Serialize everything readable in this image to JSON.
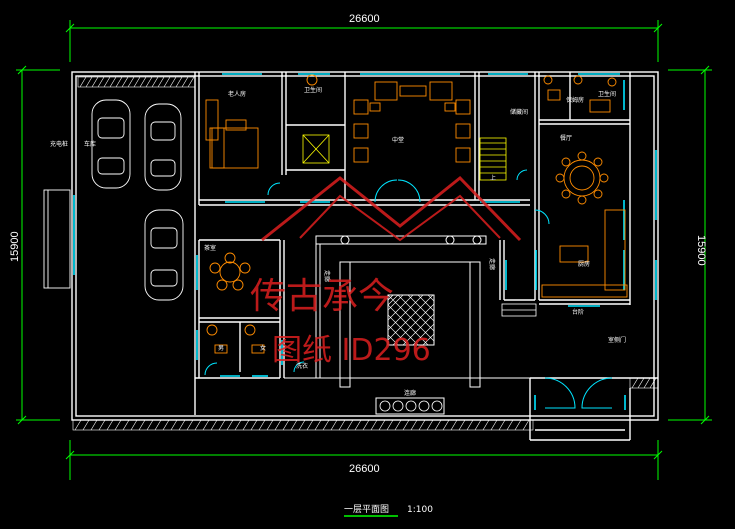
{
  "drawing": {
    "dimension_top": "26600",
    "dimension_bottom": "26600",
    "dimension_left": "15900",
    "dimension_right": "15900",
    "title": "一层平面图",
    "scale": "1:100"
  },
  "watermark": {
    "line1": "传古承今",
    "line2": "图纸 ID296"
  },
  "rooms": {
    "master_bedroom": "老人房",
    "bathroom_1": "卫生间",
    "bathroom_2": "卫生间",
    "living_hall": "中堂",
    "storage": "储藏间",
    "dining": "餐厅",
    "nanny_room": "保姆房",
    "tea_room": "茶室",
    "kitchen": "厨房",
    "corridor_east": "走廊",
    "corridor_west": "走廊",
    "side_door": "室侧门",
    "garage": "车库",
    "charging": "充电桩",
    "stair_up": "上",
    "toilet_m": "男",
    "toilet_f": "女",
    "steps": "台阶",
    "corridor_south": "连廊",
    "washroom": "洗衣"
  },
  "colors": {
    "wall": "#ffffff",
    "window": "#00e5ff",
    "dimension": "#00ff00",
    "furniture": "#ff8c00",
    "furniture_2": "#ffff00",
    "watermark": "#dc1e1e",
    "background": "#000000"
  }
}
